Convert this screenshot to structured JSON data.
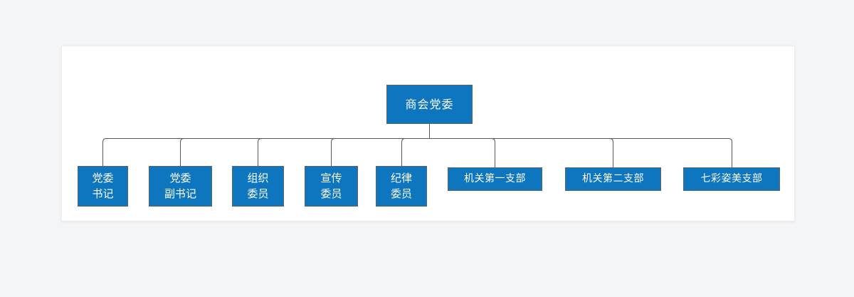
{
  "colors": {
    "page_bg": "#f4f5f7",
    "canvas_bg": "#ffffff",
    "node_fill": "#0d76be",
    "node_border": "#5a6470",
    "node_text": "#ffffff",
    "connector": "#595959"
  },
  "chart": {
    "type": "org-chart",
    "root": {
      "label": "商会党委"
    },
    "children": [
      {
        "label": "党委\n书记"
      },
      {
        "label": "党委\n副书记"
      },
      {
        "label": "组织\n委员"
      },
      {
        "label": "宣传\n委员"
      },
      {
        "label": "纪律\n委员"
      },
      {
        "label": "机关第一支部"
      },
      {
        "label": "机关第二支部"
      },
      {
        "label": "七彩姿美支部"
      }
    ]
  }
}
